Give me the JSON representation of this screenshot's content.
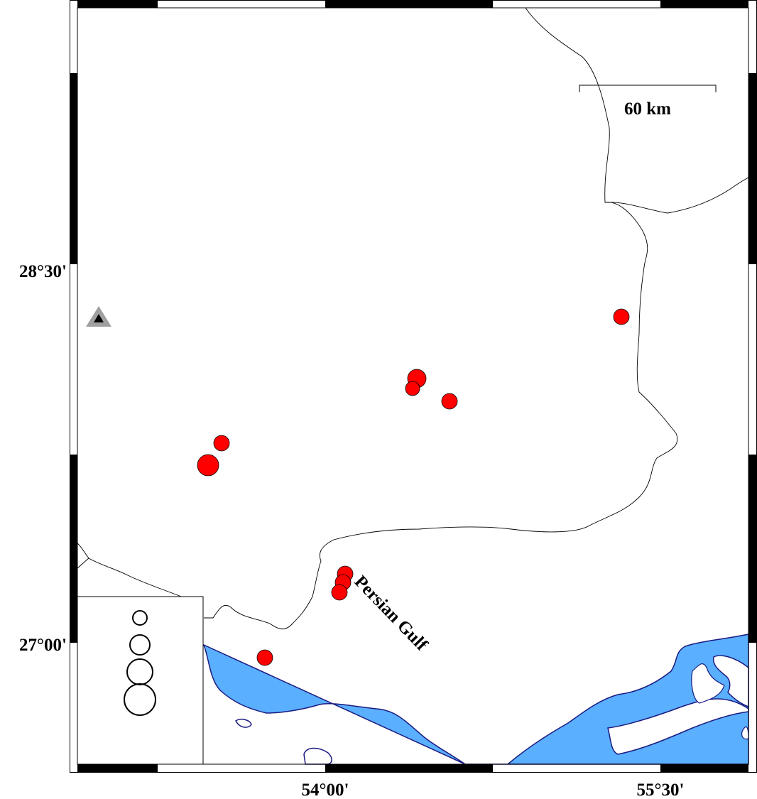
{
  "map": {
    "lat_labels": [
      "28°30'",
      "27°00'"
    ],
    "lon_labels": [
      "54°00'",
      "55°30'"
    ],
    "scale_bar_label": "60 km",
    "sea_label": "Persian Gulf",
    "colors": {
      "water": "#5aafff",
      "coast": "#1a1a80",
      "event": "#ff0000",
      "station": "#a0a0a0"
    },
    "legend_symbol_count": 4
  }
}
